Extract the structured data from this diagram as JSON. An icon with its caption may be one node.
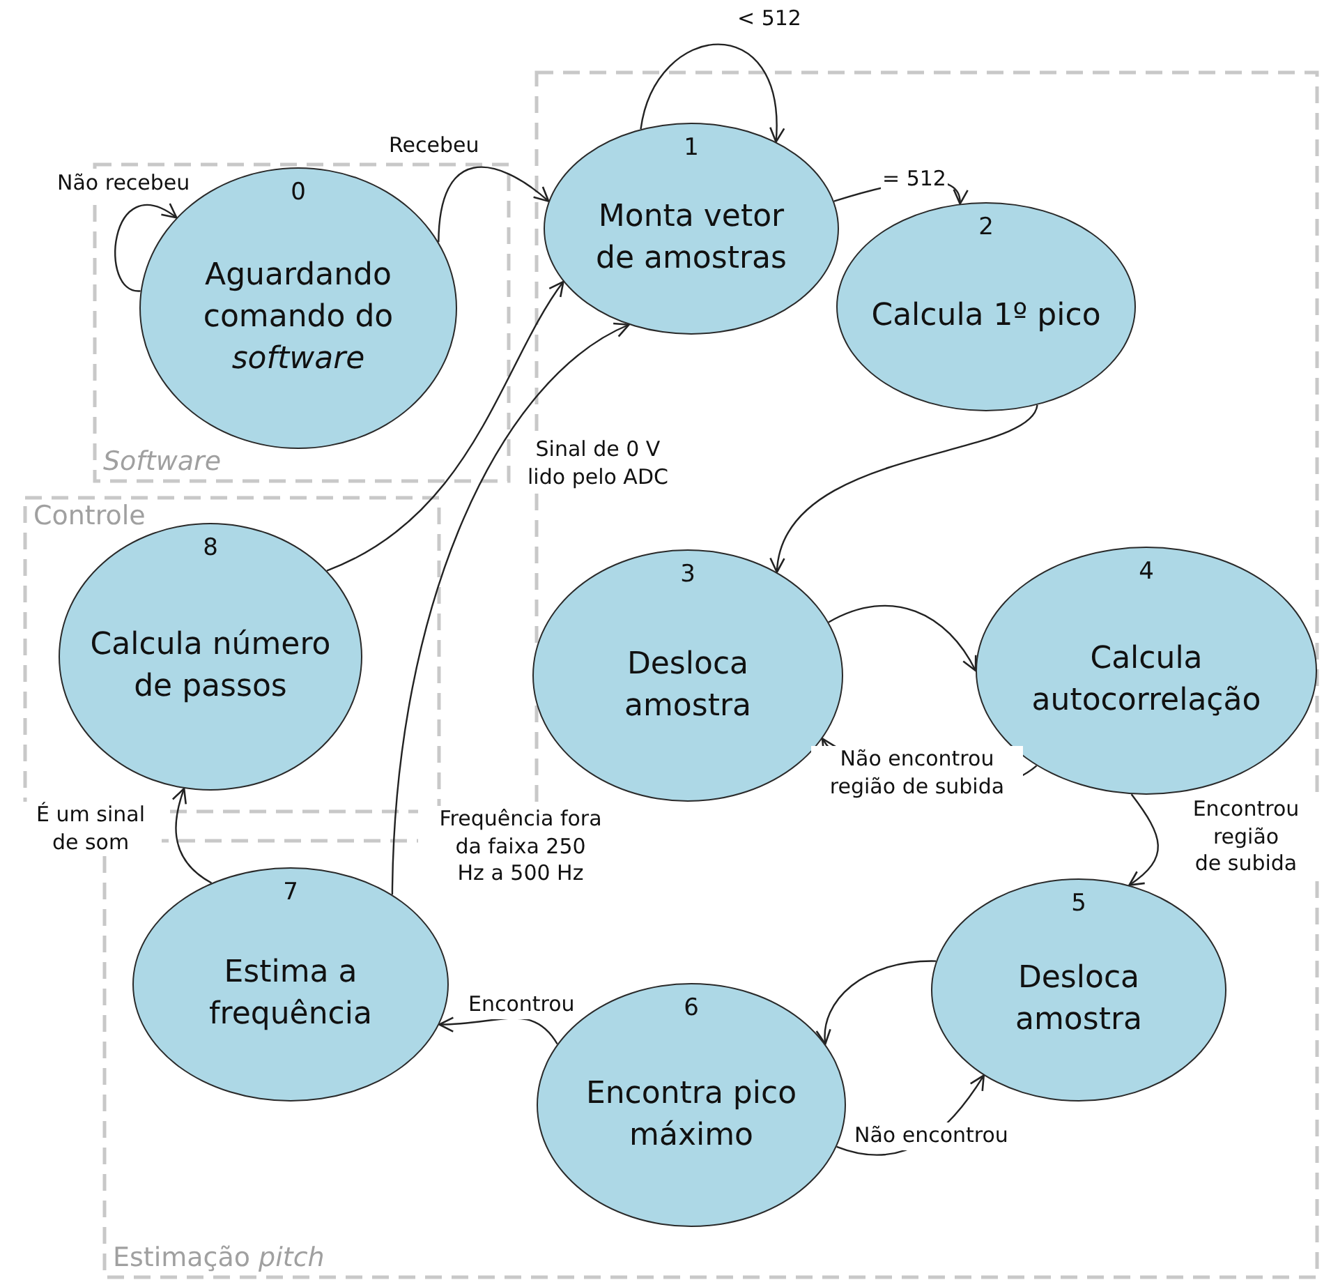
{
  "diagram": {
    "nodes": [
      {
        "text": [
          "Software"
        ]
      },
      {
        "text": [
          "0",
          "Aguardando comando do *software*"
        ],
        "in": 0
      },
      {
        "text": [
          "Estimação *pitch*"
        ]
      },
      {
        "text": [
          "1",
          "Monta vetor de amostras"
        ],
        "in": 2
      },
      {
        "text": [
          "2",
          "Calcula 1º pico"
        ],
        "in": 2
      },
      {
        "text": [
          "Controle"
        ]
      },
      {
        "text": [
          "8",
          "Calcula número de passos"
        ],
        "in": 5
      },
      {
        "text": [
          "3",
          "Desloca amostra"
        ],
        "in": 2
      },
      {
        "text": [
          "4",
          "Calcula autocorrelação"
        ],
        "in": 2
      },
      {
        "text": [
          "5",
          "Desloca amostra"
        ],
        "in": 2
      },
      {
        "text": [
          "7",
          "Estima a frequência"
        ],
        "in": 2
      },
      {
        "text": [
          "6",
          "Encontra pico máximo"
        ],
        "in": 2
      }
    ],
    "edges": [
      {
        "from": 1,
        "to": 1,
        "arrow": "to",
        "label": "Não recebeu"
      },
      {
        "from": 1,
        "to": 3,
        "arrow": "to",
        "label": "Recebeu"
      },
      {
        "from": 3,
        "to": 3,
        "arrow": "to",
        "label": "< 512"
      },
      {
        "from": 3,
        "to": 4,
        "arrow": "to",
        "label": "= 512"
      },
      {
        "from": 4,
        "to": 7,
        "arrow": "to"
      },
      {
        "from": 7,
        "to": 8,
        "arrow": "to"
      },
      {
        "from": 8,
        "to": 7,
        "arrow": "to",
        "label": "Não encontrou região de subida"
      },
      {
        "from": 8,
        "to": 9,
        "arrow": "to",
        "label": "Encontrou região de subida"
      },
      {
        "from": 9,
        "to": 11,
        "arrow": "to"
      },
      {
        "from": 11,
        "to": 9,
        "arrow": "to",
        "label": "Não encontrou"
      },
      {
        "from": 11,
        "to": 10,
        "arrow": "to",
        "label": "Encontrou"
      },
      {
        "from": 10,
        "to": 6,
        "arrow": "to",
        "label": "É um sinal de som"
      },
      {
        "from": 6,
        "to": 3,
        "arrow": "to"
      },
      {
        "from": 10,
        "to": 3,
        "arrow": "to",
        "label": "Frequência fora da faixa 250 Hz a 500 Hz"
      }
    ],
    "labels": [
      "Sinal de 0 V lido pelo ADC"
    ]
  }
}
